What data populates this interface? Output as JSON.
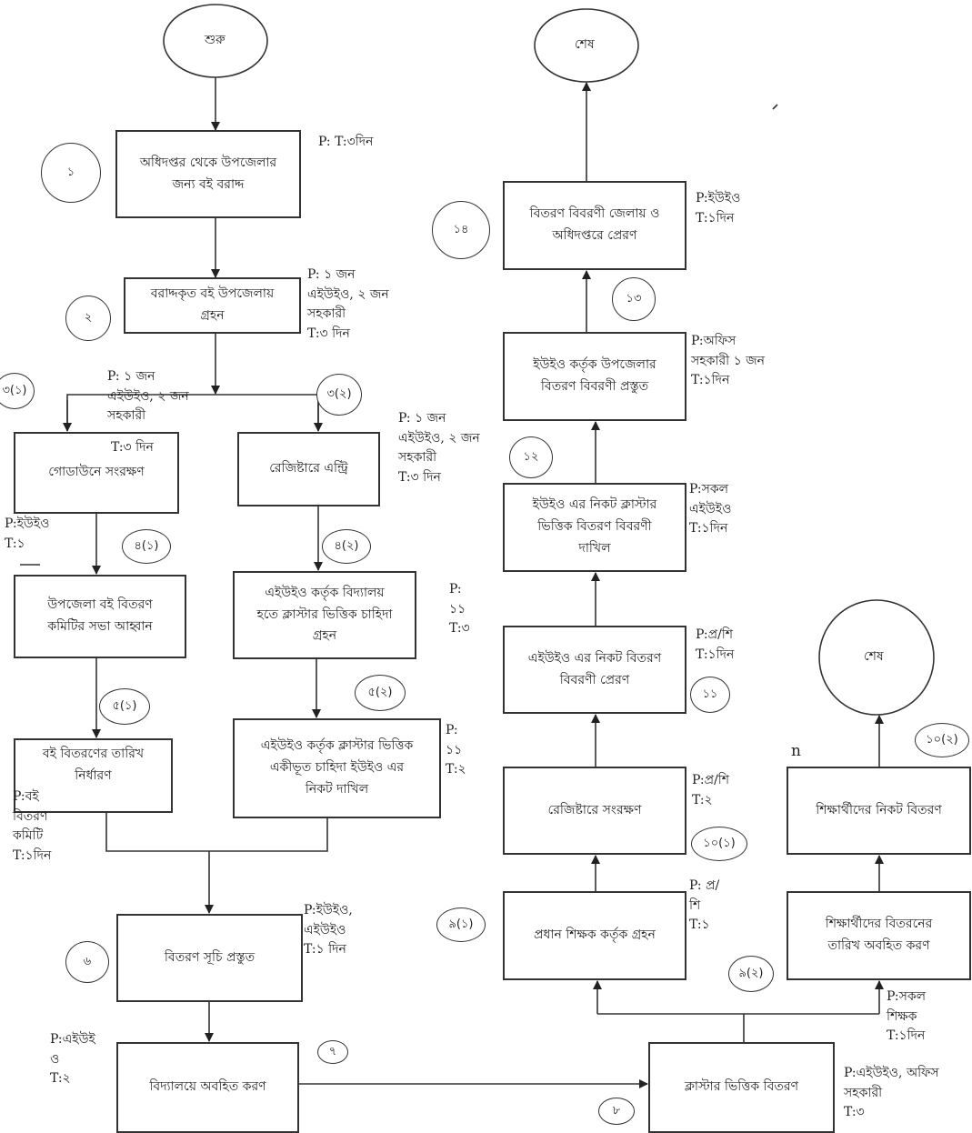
{
  "terminals": {
    "start": "শুরু",
    "end_top": "শেষ",
    "end_right": "শেষ"
  },
  "steps": {
    "s1": "অধিদপ্তর থেকে উপজেলার\nজন্য বই বরাদ্দ",
    "s2": "বরাদ্দকৃত বই উপজেলায়\nগ্রহন",
    "s3_1": "গোডাউনে সংরক্ষণ",
    "s3_2": "রেজিষ্টারে এন্ট্রি",
    "s4_1": "উপজেলা বই বিতরণ\nকমিটির সভা আহ্বান",
    "s4_2": "এইউইও কর্তৃক বিদ্যালয়\nহতে ক্লাস্টার ভিত্তিক চাহিদা\nগ্রহন",
    "s5_1": "বই বিতরণের তারিখ\nনির্ধারণ",
    "s5_2": "এইউইও কর্তৃক ক্লাস্টার ভিত্তিক\nএকীভূত চাহিদা ইউইও এর\nনিকট দাখিল",
    "s6": "বিতরণ সূচি প্রস্তুত",
    "s7": "বিদ্যালয়ে অবহিত করণ",
    "s8": "ক্লাস্টার ভিত্তিক বিতরণ",
    "s9_1": "প্রধান শিক্ষক কর্তৃক গ্রহন",
    "s9_2": "শিক্ষার্থীদের বিতরনের\nতারিখ অবহিত করণ",
    "s10_1": "রেজিষ্টারে সংরক্ষণ",
    "s10_2": "শিক্ষার্থীদের নিকট বিতরণ",
    "s11": "এইউইও এর নিকট বিতরণ\nবিবরণী প্রেরণ",
    "s12": "ইউইও এর নিকট ক্লাস্টার\nভিত্তিক বিতরণ বিবরণী\nদাখিল",
    "s13": "ইউইও কর্তৃক উপজেলার\nবিতরণ বিবরণী প্রস্তুত",
    "s14": "বিতরণ বিবরণী জেলায় ও\nঅধিদপ্তরে প্রেরণ"
  },
  "numbers": {
    "n1": "১",
    "n2": "২",
    "n3_1": "৩(১)",
    "n3_2": "৩(২)",
    "n4_1": "৪(১)",
    "n4_2": "৪(২)",
    "n5_1": "৫(১)",
    "n5_2": "৫(২)",
    "n6": "৬",
    "n7": "৭",
    "n8": "৮",
    "n9_1": "৯(১)",
    "n9_2": "৯(২)",
    "n10_1": "১০(১)",
    "n10_2": "১০(২)",
    "n11": "১১",
    "n12": "১২",
    "n13": "১৩",
    "n14": "১৪"
  },
  "annotations": {
    "a1": "P: T:৩দিন",
    "a2": "P: ১ জন\nএইউইও, ২ জন\nসহকারী\nT:৩ দিন",
    "a3_1": "P: ১ জন\nএইউইও, ২ জন\nসহকারী",
    "a3_1_t": "T:৩ দিন",
    "a3_2": "P: ১ জন\nএইউইও, ২ জন\nসহকারী\nT:৩ দিন",
    "a4_1": "P:ইউইও\nT:১",
    "a4_2": "P:\n১১\nT:৩",
    "a5_1": "P:বই\nবিতরণ\nকমিটি\nT:১দিন",
    "a5_2": "P:\n১১\nT:২",
    "a6": "P:ইউইও,\nএইউইও\nT:১ দিন",
    "a7": "P:এইউই\nও\nT:২",
    "a8": "P:এইউইও, অফিস\nসহকারী\nT:৩",
    "a9_1": "P: প্র/\nশি\nT:১",
    "a9_2": "P:সকল\nশিক্ষক\nT:১দিন",
    "a10_1": "P:প্র/শি\nT:২",
    "a10_2": "n",
    "a11": "P:প্র/শি\nT:১দিন",
    "a12": "P:সকল\nএইউইও\nT:১দিন",
    "a13": "P:অফিস\nসহকারী ১ জন\nT:১দিন",
    "a14": "P:ইউইও\nT:১দিন"
  }
}
